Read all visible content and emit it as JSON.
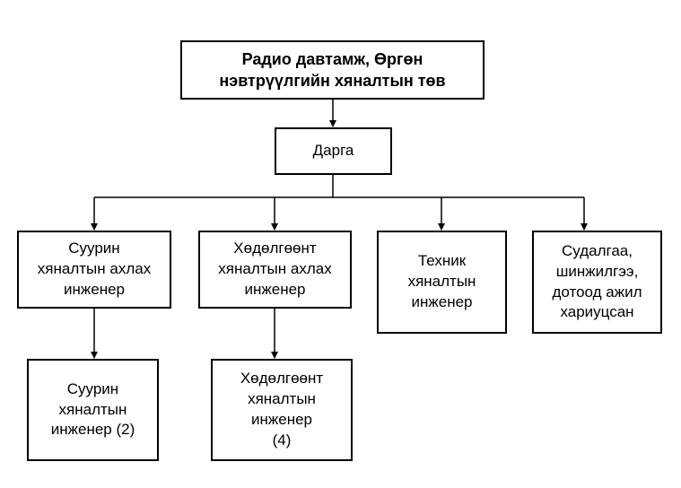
{
  "org_chart": {
    "root": {
      "label": "Радио давтамж, Өргөн\nнэвтрүүлгийн хяналтын төв"
    },
    "head": {
      "label": "Дарга"
    },
    "departments": [
      {
        "label": "Суурин\nхяналтын ахлах\nинженер"
      },
      {
        "label": "Хөдөлгөөнт\nхяналтын ахлах\nинженер"
      },
      {
        "label": "Техник\nхяналтын\nинженер"
      },
      {
        "label": "Судалгаа,\nшинжилгээ,\nдотоод ажил\nхариуцсан"
      }
    ],
    "sub_units": [
      {
        "label": "Суурин\nхяналтын\nинженер (2)"
      },
      {
        "label": "Хөдөлгөөнт\nхяналтын\nинженер\n(4)"
      }
    ],
    "colors": {
      "line": "#000000",
      "box_border": "#000000",
      "box_fill": "#ffffff"
    }
  }
}
